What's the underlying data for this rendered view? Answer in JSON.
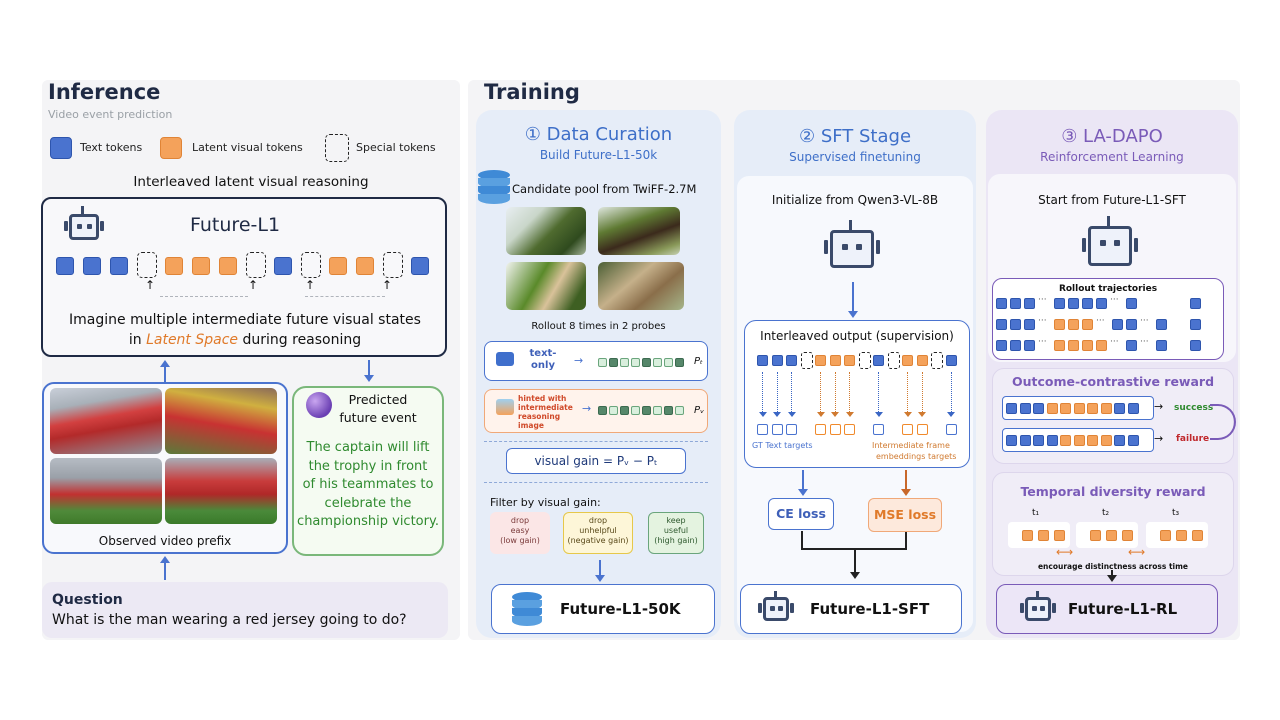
{
  "inference": {
    "title": "Inference",
    "subtitle": "Video event prediction",
    "legend": {
      "text_tokens": "Text tokens",
      "latent_visual_tokens": "Latent visual tokens",
      "special_tokens": "Special tokens"
    },
    "reasoning_label": "Interleaved latent visual reasoning",
    "model_name": "Future-L1",
    "imagine_line1": "Imagine multiple intermediate future visual states",
    "imagine_in": "in",
    "imagine_latent": "Latent Space",
    "imagine_rest": "during reasoning",
    "observed_label": "Observed video prefix",
    "predicted_title_1": "Predicted",
    "predicted_title_2": "future event",
    "prediction_lines": [
      "The captain will lift",
      "the trophy in front",
      "of his teammates to",
      "celebrate the",
      "championship victory."
    ],
    "question_title": "Question",
    "question_text": "What is the man wearing a red jersey going to do?"
  },
  "training": {
    "title": "Training",
    "stage1": {
      "title": "① Data Curation",
      "subtitle": "Build Future-L1-50k",
      "pool_label": "Candidate pool from TwiFF-2.7M",
      "rollout_label": "Rollout 8 times in 2 probes",
      "text_only": "text-\nonly",
      "p_t": "Pₜ",
      "hinted_label": "hinted with intermediate reasoning image",
      "p_v": "Pᵥ",
      "visual_gain": "visual gain = Pᵥ − Pₜ",
      "filter_label": "Filter by visual gain:",
      "filters": [
        {
          "line1": "drop",
          "line2": "easy",
          "line3": "(low gain)"
        },
        {
          "line1": "drop",
          "line2": "unhelpful",
          "line3": "(negative gain)"
        },
        {
          "line1": "keep",
          "line2": "useful",
          "line3": "(high gain)"
        }
      ],
      "output": "Future-L1-50K"
    },
    "stage2": {
      "title": "② SFT Stage",
      "subtitle": "Supervised finetuning",
      "init_label": "Initialize from Qwen3-VL-8B",
      "interleaved_label": "Interleaved output (supervision)",
      "gt_label": "GT Text targets",
      "frame_label_1": "Intermediate frame",
      "frame_label_2": "embeddings targets",
      "ce_loss": "CE loss",
      "mse_loss": "MSE loss",
      "output": "Future-L1-SFT"
    },
    "stage3": {
      "title": "③ LA-DAPO",
      "subtitle": "Reinforcement Learning",
      "start_label": "Start from Future-L1-SFT",
      "rollout_label": "Rollout trajectories",
      "outcome_title": "Outcome-contrastive reward",
      "success": "success",
      "failure": "failure",
      "temporal_title": "Temporal diversity reward",
      "t1": "t₁",
      "t2": "t₂",
      "t3": "t₃",
      "encourage": "encourage distinctness across time",
      "output": "Future-L1-RL"
    }
  },
  "colors": {
    "text_token": "#4a73cf",
    "latent_token": "#f4a25b",
    "accent_orange": "#e07a2a",
    "success_green": "#2f8a2f",
    "failure_red": "#c0282c",
    "purple": "#7a5bb8"
  }
}
